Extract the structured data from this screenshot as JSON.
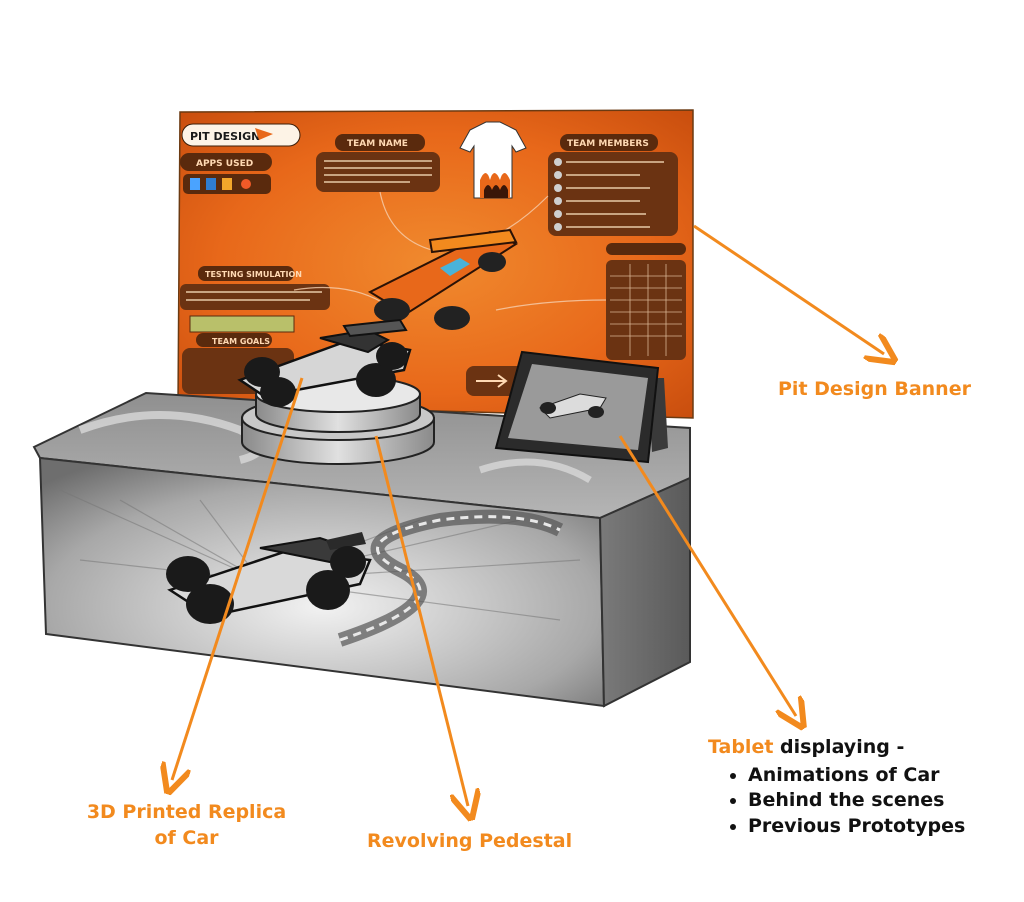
{
  "labels": {
    "banner": "Pit Design Banner",
    "replica_line1": "3D Printed Replica",
    "replica_line2": "of Car",
    "pedestal": "Revolving Pedestal",
    "tablet_highlight": "Tablet",
    "tablet_rest": " displaying -",
    "tablet_items": [
      "Animations of Car",
      "Behind the scenes",
      "Previous Prototypes"
    ]
  },
  "banner_panel": {
    "logo": "PIT DESIGN",
    "sections": {
      "apps_used": "APPS USED",
      "team_name": "TEAM NAME",
      "team_members": "TEAM MEMBERS",
      "testing_simulation": "TESTING SIMULATION",
      "team_goals": "TEAM GOALS"
    }
  },
  "colors": {
    "accent_orange": "#F28A1E",
    "banner_orange": "#E8681A",
    "text_dark": "#111111",
    "booth_gray": "#9b9b9b"
  },
  "icons": [
    "f1-car-icon",
    "tablet-icon",
    "pedestal-icon",
    "arrow-icon"
  ]
}
